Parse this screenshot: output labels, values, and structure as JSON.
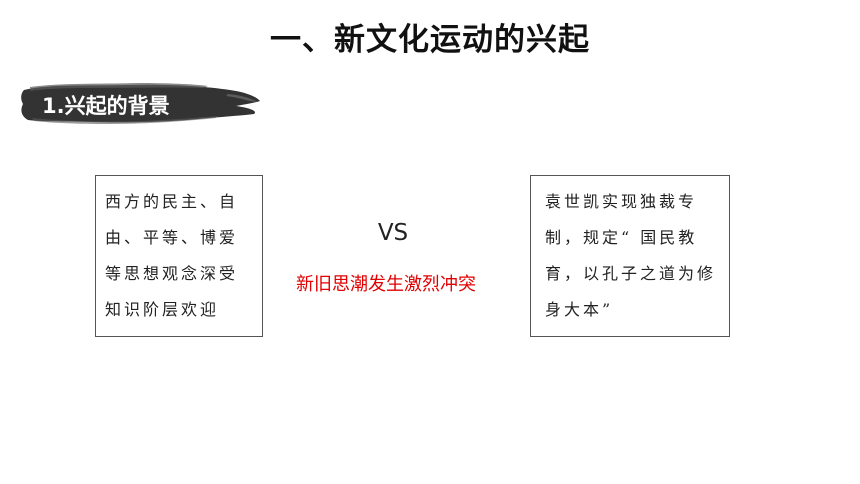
{
  "title": "一、新文化运动的兴起",
  "section": {
    "label": "1.兴起的背景"
  },
  "left_box": {
    "text": "西方的民主、自由、平等、博爱等思想观念深受知识阶层欢迎"
  },
  "right_box": {
    "text": "袁世凯实现独裁专制，规定“ 国民教育，以孔子之道为修身大本”"
  },
  "vs_label": "VS",
  "conflict_label": "新旧思潮发生激烈冲突",
  "colors": {
    "title": "#111111",
    "banner_ink": "#333333",
    "banner_text": "#ffffff",
    "conflict_text": "#e30000",
    "box_border": "#555555"
  }
}
